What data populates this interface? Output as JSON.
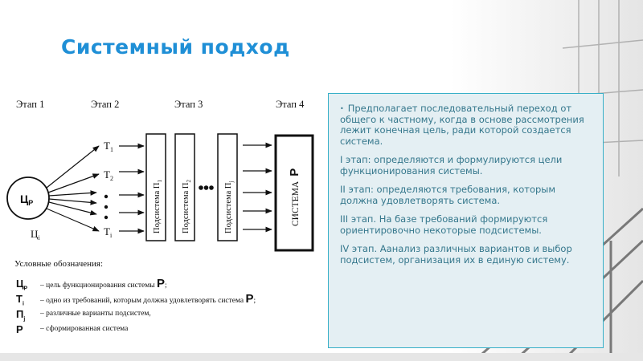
{
  "title": "Системный подход",
  "diagram": {
    "stages": [
      "Этап 1",
      "Этап 2",
      "Этап 3",
      "Этап 4"
    ],
    "goal_symbol": "Ц",
    "goal_symbol_sub": "P",
    "goal_index_symbol": "Ц",
    "goal_index_sub": "i",
    "requirements": [
      {
        "main": "T",
        "sub": "1"
      },
      {
        "main": "T",
        "sub": "2"
      },
      {
        "main": "T",
        "sub": "i"
      }
    ],
    "subsystems": [
      "Подсистема П",
      "Подсистема П",
      "Подсистема П"
    ],
    "subsystem_subs": [
      "1",
      "2",
      "j"
    ],
    "system_label": "СИСТЕМА",
    "system_letter": "Р"
  },
  "legend": {
    "title": "Условные обозначения:",
    "rows": [
      {
        "sym": "Ц",
        "sub": "Р",
        "desc": "– цель функционирования системы",
        "tail": "Р",
        "end": ";"
      },
      {
        "sym": "Т",
        "sub": "i",
        "desc": "– одно из требований, которым должна удовлетворять система",
        "tail": "Р",
        "end": ";"
      },
      {
        "sym": "П",
        "sub": "j",
        "desc": "– различные варианты подсистем,",
        "tail": "",
        "end": ""
      },
      {
        "sym": "Р",
        "sub": "",
        "desc": "– сформированная система",
        "tail": "",
        "end": ""
      }
    ]
  },
  "panel": {
    "bullet": "•",
    "paragraphs": [
      "Предполагает последовательный переход от общего к частному, когда в основе рассмотрения лежит конечная цель, ради которой создается система.",
      "I этап: определяются и формулируются цели функционирования системы.",
      "II этап: определяются требования, которым должна удовлетворять система.",
      "III этап. На базе требований формируются ориентировочно некоторые подсистемы.",
      "IV этап. Аанализ различных вариантов и выбор подсистем, организация их в единую систему."
    ]
  }
}
